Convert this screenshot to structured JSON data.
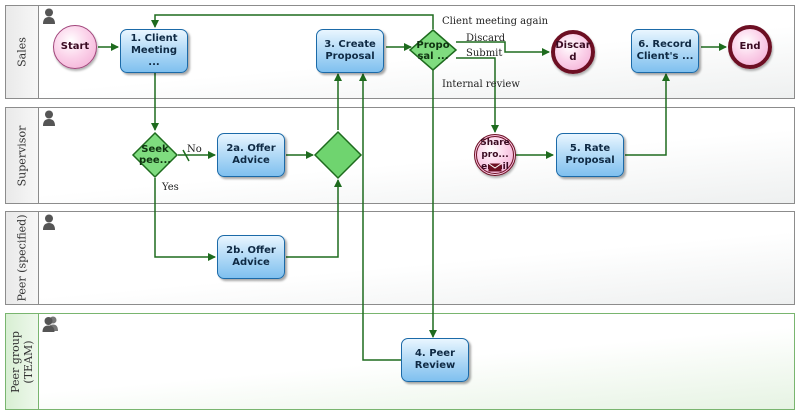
{
  "lanes": [
    {
      "name": "Sales"
    },
    {
      "name": "Supervisor"
    },
    {
      "name": "Peer (specified)"
    },
    {
      "name": "Peer group (TEAM)"
    }
  ],
  "nodes": {
    "start": "Start",
    "task_client_meeting": "1. Client Meeting ...",
    "task_create_proposal": "3. Create Proposal",
    "gateway_proposal": "Propo sal ...",
    "end_discard": "Discar d",
    "task_record": "6. Record Client's ...",
    "end": "End",
    "gateway_seek": "Seek pee...",
    "task_offer_advice_a": "2a. Offer Advice",
    "event_share": "Share pro... email",
    "task_rate_proposal": "5. Rate Proposal",
    "task_offer_advice_b": "2b. Offer Advice",
    "task_peer_review": "4. Peer Review"
  },
  "flow_labels": {
    "client_meeting_again": "Client meeting again",
    "discard": "Discard",
    "submit": "Submit",
    "internal_review": "Internal review",
    "no": "No",
    "yes": "Yes"
  },
  "colors": {
    "flow": "#1e6b1e",
    "task_border": "#1b6aa8",
    "gateway_fill": "#6fd46f",
    "end_border": "#6d0f23"
  }
}
